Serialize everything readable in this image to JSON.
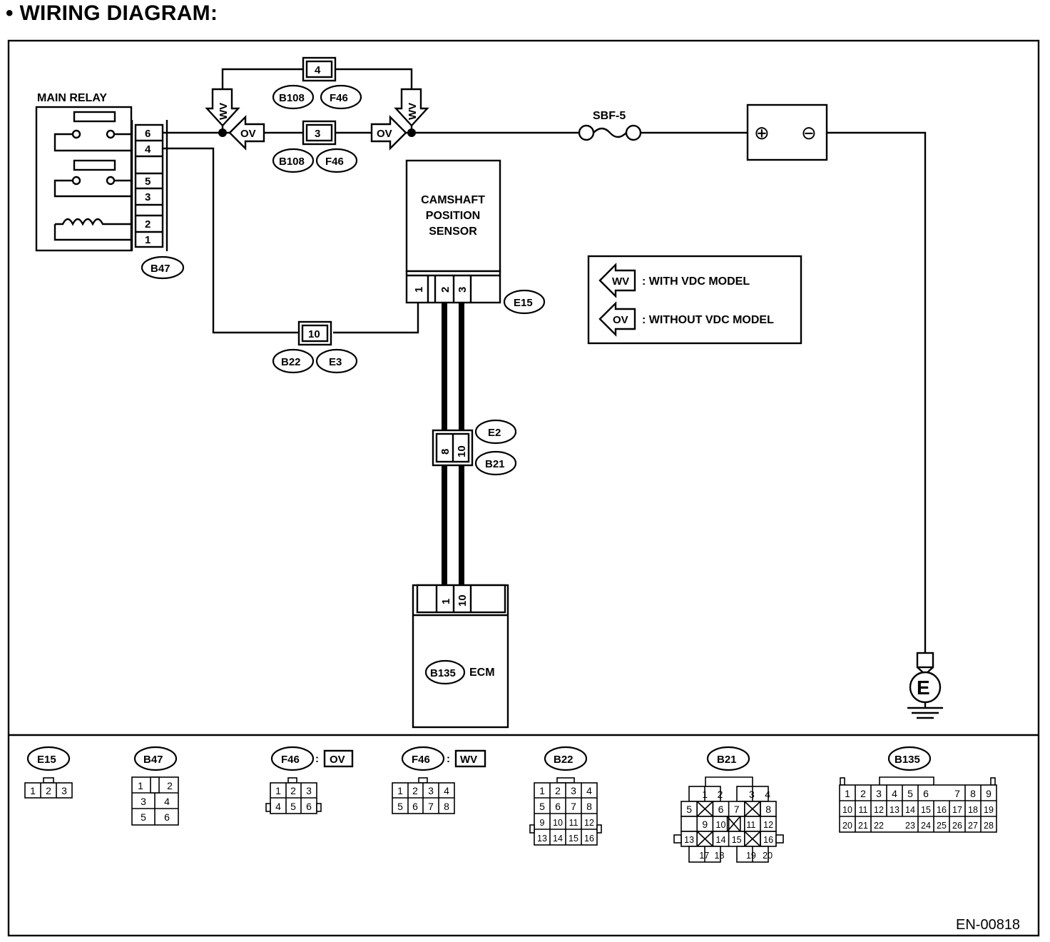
{
  "heading": "•  WIRING DIAGRAM:",
  "footer_code": "EN-00818",
  "main_relay": {
    "title": "MAIN RELAY",
    "connector": "B47",
    "pins": [
      "6",
      "4",
      "5",
      "3",
      "2",
      "1"
    ]
  },
  "sensor": {
    "lines": [
      "CAMSHAFT",
      "POSITION",
      "SENSOR"
    ],
    "connector": "E15",
    "pins": [
      "1",
      "2",
      "3"
    ]
  },
  "ecm": {
    "label": "ECM",
    "connector": "B135",
    "pins": [
      "1",
      "10"
    ]
  },
  "fuse": {
    "label": "SBF-5"
  },
  "battery": {
    "plus": "⊕",
    "minus": "⊖"
  },
  "ground": {
    "label": "E"
  },
  "wire_tags": {
    "with_vdc": "WV",
    "without_vdc": "OV"
  },
  "junctions": {
    "top": {
      "pin": "4",
      "connectors": [
        "B108",
        "F46"
      ]
    },
    "middle": {
      "pin": "3",
      "connectors": [
        "B108",
        "F46"
      ]
    },
    "bottom": {
      "pin": "10",
      "connectors": [
        "B22",
        "E3"
      ]
    },
    "harness": {
      "pins": [
        "8",
        "10"
      ],
      "connectors": [
        "E2",
        "B21"
      ]
    }
  },
  "legend": {
    "wv_text": ": WITH VDC MODEL",
    "ov_text": ": WITHOUT VDC MODEL"
  },
  "connector_views": {
    "e15": {
      "name": "E15",
      "cells": [
        "1",
        "2",
        "3"
      ]
    },
    "b47": {
      "name": "B47",
      "cells": [
        "1",
        "2",
        "3",
        "4",
        "5",
        "6"
      ]
    },
    "f46_ov": {
      "name": "F46",
      "tag": "OV",
      "cells": [
        "1",
        "2",
        "3",
        "4",
        "5",
        "6"
      ]
    },
    "f46_wv": {
      "name": "F46",
      "tag": "WV",
      "cells": [
        "1",
        "2",
        "3",
        "4",
        "5",
        "6",
        "7",
        "8"
      ]
    },
    "b22": {
      "name": "B22",
      "cells": [
        "1",
        "2",
        "3",
        "4",
        "5",
        "6",
        "7",
        "8",
        "9",
        "10",
        "11",
        "12",
        "13",
        "14",
        "15",
        "16"
      ]
    },
    "b21": {
      "name": "B21",
      "cells": [
        "1",
        "2",
        "3",
        "4",
        "5",
        "6",
        "7",
        "8",
        "9",
        "10",
        "11",
        "12",
        "13",
        "14",
        "15",
        "16",
        "17",
        "18",
        "19",
        "20"
      ]
    },
    "b135": {
      "name": "B135",
      "cells": [
        "1",
        "2",
        "3",
        "4",
        "5",
        "6",
        "7",
        "8",
        "9",
        "10",
        "11",
        "12",
        "13",
        "14",
        "15",
        "16",
        "17",
        "18",
        "19",
        "20",
        "21",
        "22",
        "23",
        "24",
        "25",
        "26",
        "27",
        "28"
      ]
    }
  }
}
